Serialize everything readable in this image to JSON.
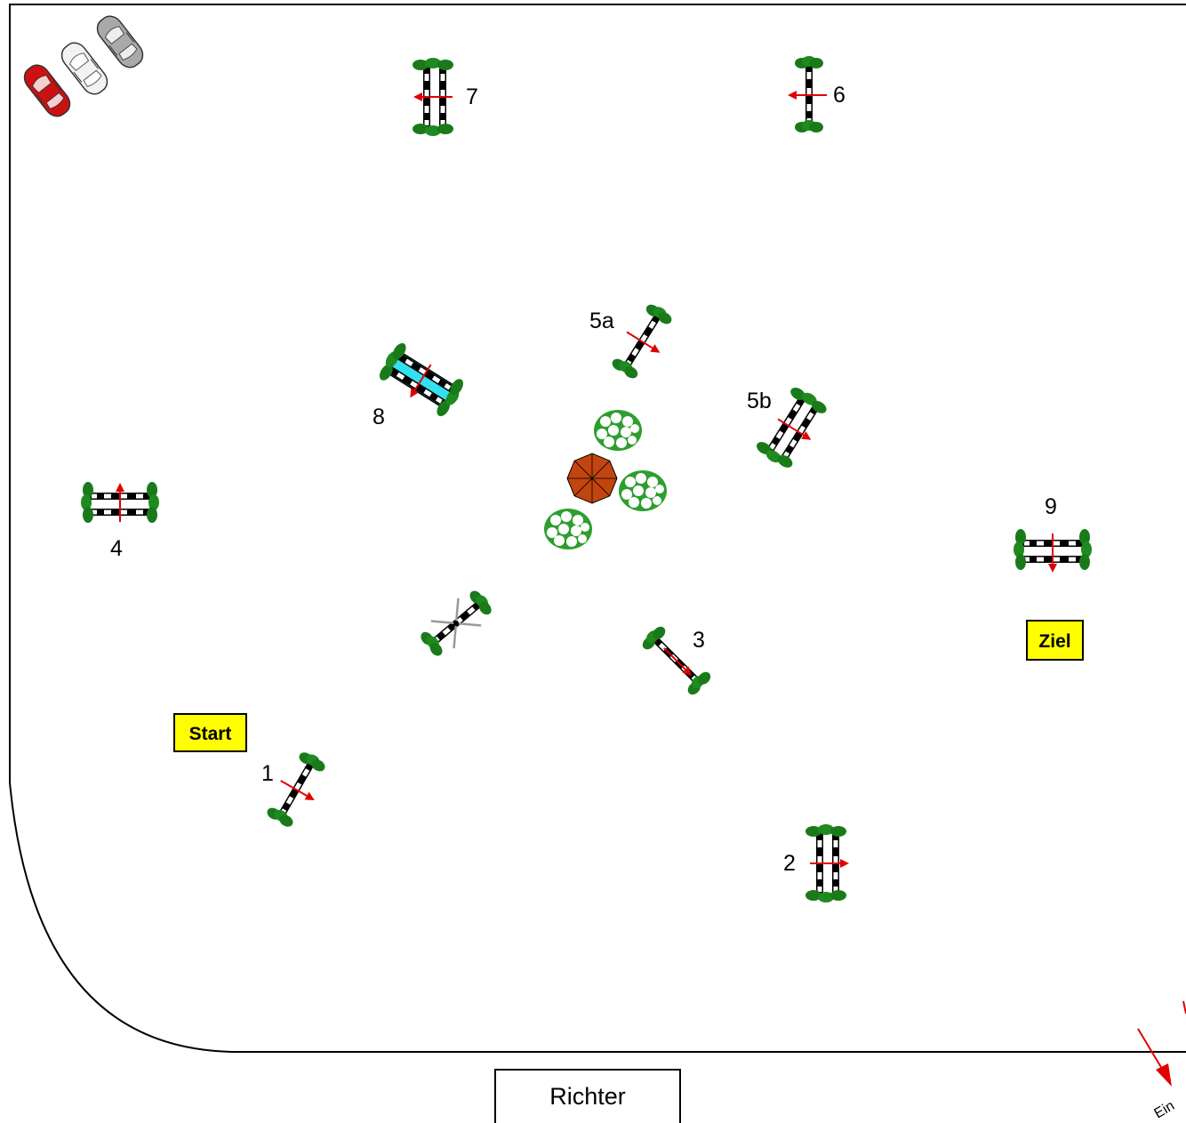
{
  "colors": {
    "arena_border": "#000000",
    "hedge": "#1a7a1a",
    "hedge_light": "#2e9e2e",
    "arrow": "#e00000",
    "sign_fill": "#ffff00",
    "water": "#33e0f0",
    "umbrella": "#c2440e"
  },
  "obstacles": [
    {
      "id": "1",
      "label": "1"
    },
    {
      "id": "2",
      "label": "2"
    },
    {
      "id": "3",
      "label": "3"
    },
    {
      "id": "4",
      "label": "4"
    },
    {
      "id": "5a",
      "label": "5a"
    },
    {
      "id": "5b",
      "label": "5b"
    },
    {
      "id": "6",
      "label": "6"
    },
    {
      "id": "7",
      "label": "7"
    },
    {
      "id": "8",
      "label": "8"
    },
    {
      "id": "9",
      "label": "9"
    }
  ],
  "signs": {
    "start": "Start",
    "finish": "Ziel"
  },
  "judge_box": "Richter",
  "entrance": "Ein",
  "parked_cars": [
    "car-red",
    "car-white",
    "car-grey"
  ],
  "decor": [
    "umbrella-icon",
    "flower-bush-icon",
    "flower-bush-icon",
    "flower-bush-icon"
  ]
}
